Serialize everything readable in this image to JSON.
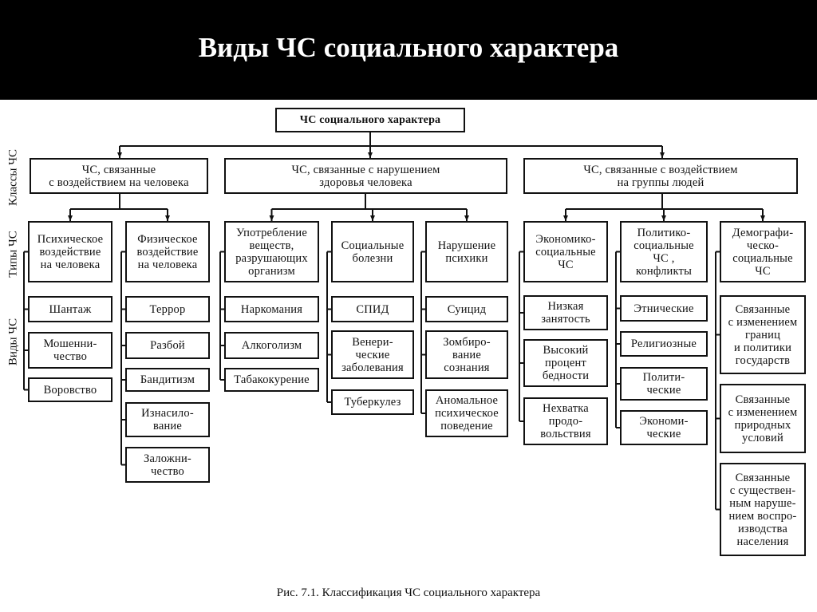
{
  "title": "Виды ЧС социального характера",
  "root": "ЧС социального характера",
  "side_labels": {
    "classes": "Классы ЧС",
    "types": "Типы ЧС",
    "kinds": "Виды ЧС"
  },
  "classes": [
    "ЧС, связанные\nс воздействием на человека",
    "ЧС, связанные с нарушением\nздоровья человека",
    "ЧС, связанные с воздействием\nна группы людей"
  ],
  "types": [
    {
      "label": "Психическое\nвоздействие\nна человека",
      "items": [
        "Шантаж",
        "Мошенни-\nчество",
        "Воровство"
      ]
    },
    {
      "label": "Физическое\nвоздействие\nна человека",
      "items": [
        "Террор",
        "Разбой",
        "Бандитизм",
        "Изнасило-\nвание",
        "Заложни-\nчество"
      ]
    },
    {
      "label": "Употребление\nвеществ,\nразрушающих\nорганизм",
      "items": [
        "Наркомания",
        "Алкоголизм",
        "Табакокурение"
      ]
    },
    {
      "label": "Социальные\nболезни",
      "items": [
        "СПИД",
        "Венери-\nческие\nзаболевания",
        "Туберкулез"
      ]
    },
    {
      "label": "Нарушение\nпсихики",
      "items": [
        "Суицид",
        "Зомбиро-\nвание\nсознания",
        "Аномальное\nпсихическое\nповедение"
      ]
    },
    {
      "label": "Экономико-\nсоциальные\nЧС",
      "items": [
        "Низкая\nзанятость",
        "Высокий\nпроцент\nбедности",
        "Нехватка\nпродо-\nвольствия"
      ]
    },
    {
      "label": "Политико-\nсоциальные\nЧС ,\nконфликты",
      "items": [
        "Этнические",
        "Религиозные",
        "Полити-\nческие",
        "Экономи-\nческие"
      ]
    },
    {
      "label": "Демографи-\nческо-\nсоциальные\nЧС",
      "items": [
        "Связанные\nс изменением\nграниц\nи политики\nгосударств",
        "Связанные\nс изменением\nприродных\nусловий",
        "Связанные\nс существен-\nным наруше-\nнием воспро-\nизводства\nнаселения"
      ]
    }
  ],
  "caption": "Рис. 7.1. Классификация ЧС социального характера"
}
